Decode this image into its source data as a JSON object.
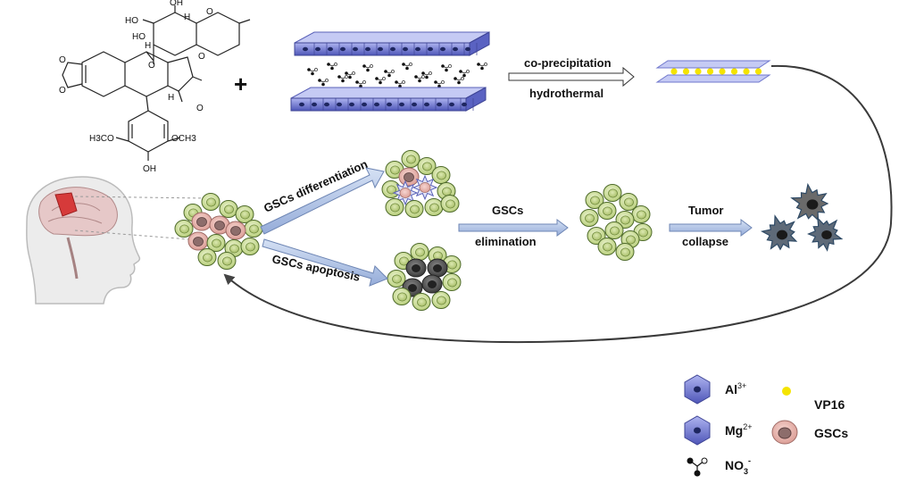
{
  "molecule": {
    "labels": [
      "HO",
      "OH",
      "HO",
      "H",
      "O",
      "H",
      "H",
      "O",
      "O",
      "O",
      "O",
      "O",
      "H3CO",
      "OCH3",
      "OH"
    ]
  },
  "plus_sign": "+",
  "synthesis": {
    "top_label": "co-precipitation",
    "bottom_label": "hydrothermal"
  },
  "pathways": {
    "differentiation_label": "GSCs differentiation",
    "apoptosis_label": "GSCs apoptosis",
    "elimination_top": "GSCs",
    "elimination_bottom": "elimination",
    "collapse_top": "Tumor",
    "collapse_bottom": "collapse"
  },
  "legend": {
    "al": {
      "base": "Al",
      "sup": "3+"
    },
    "mg": {
      "base": "Mg",
      "sup": "2+"
    },
    "no3": {
      "base": "NO",
      "sub": "3",
      "sup": "-"
    },
    "vp16": "VP16",
    "gscs": "GSCs"
  },
  "colors": {
    "normal_cell": "#c9dc8e",
    "normal_nucleus": "#b3c975",
    "gsc_cell": "#e8b4ad",
    "gsc_nucleus": "#9a7a78",
    "apoptotic": "#555555",
    "layer": "#7b83d6",
    "vp16": "#f5e400",
    "arrow_fill": "#b3c6e7"
  }
}
